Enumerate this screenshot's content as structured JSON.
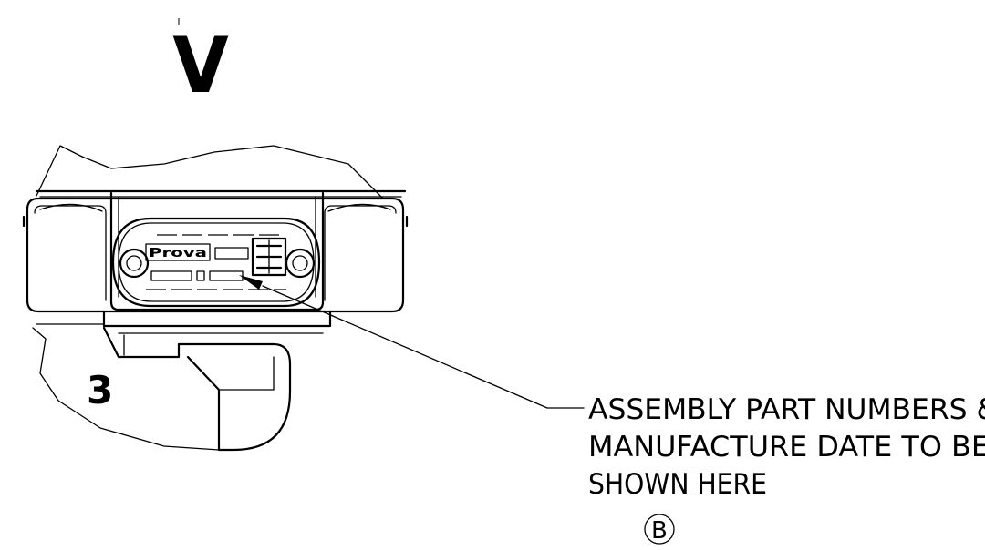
{
  "view_label": "V",
  "item_number": "3",
  "plate_brand": "Prova",
  "note": {
    "line1": "ASSEMBLY PART NUMBERS &",
    "line2": "MANUFACTURE DATE TO BE",
    "line3": "SHOWN HERE"
  },
  "revision_marker": "B"
}
